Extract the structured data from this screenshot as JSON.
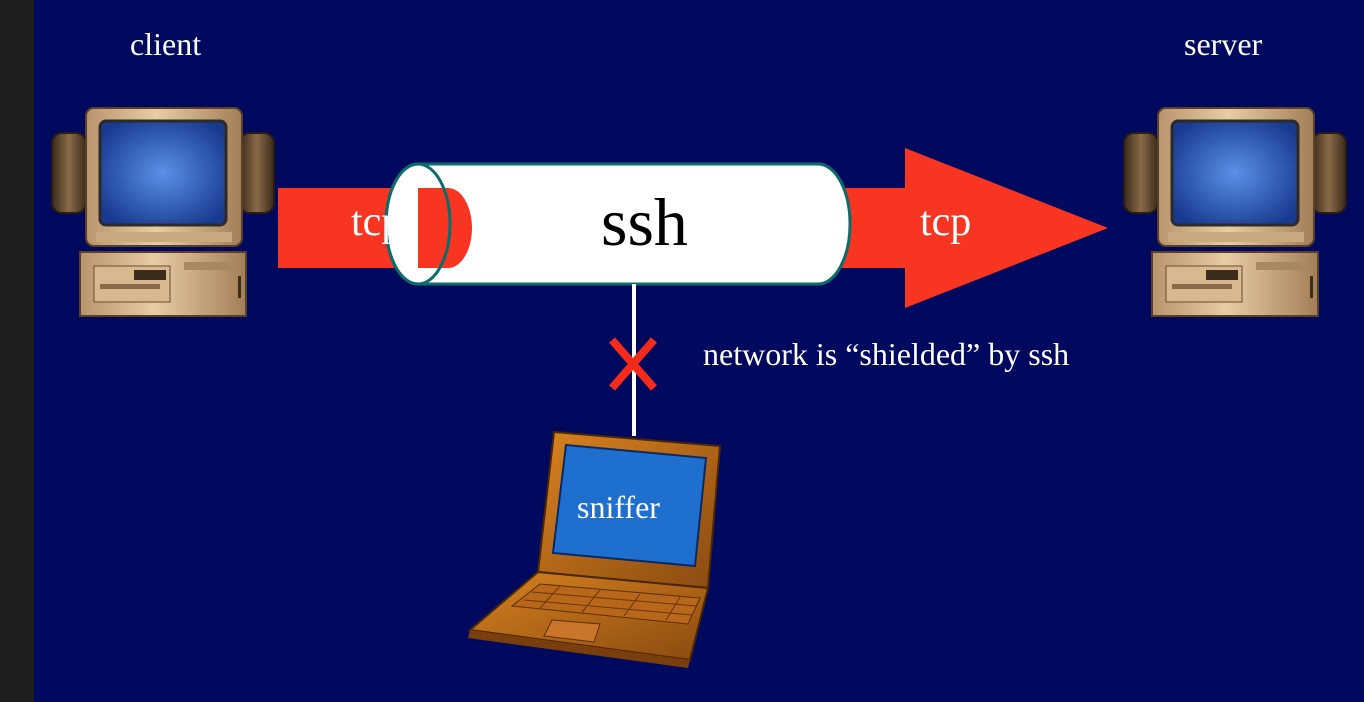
{
  "nodes": {
    "client": "client",
    "server": "server",
    "sniffer": "sniffer"
  },
  "edges": {
    "tcp_left": "tcp",
    "tcp_right": "tcp",
    "tunnel": "ssh"
  },
  "annotation": "network is “shielded” by ssh",
  "colors": {
    "background": "#00095e",
    "arrow": "#f73520",
    "tunnel_fill": "#ffffff",
    "tunnel_stroke": "#0c6b6b",
    "block_mark": "#f42a1a",
    "screen": "#1f6fcf"
  },
  "icons": {
    "client": "desktop-computer-icon",
    "server": "desktop-computer-icon",
    "sniffer": "laptop-icon",
    "block": "x-mark-icon"
  }
}
